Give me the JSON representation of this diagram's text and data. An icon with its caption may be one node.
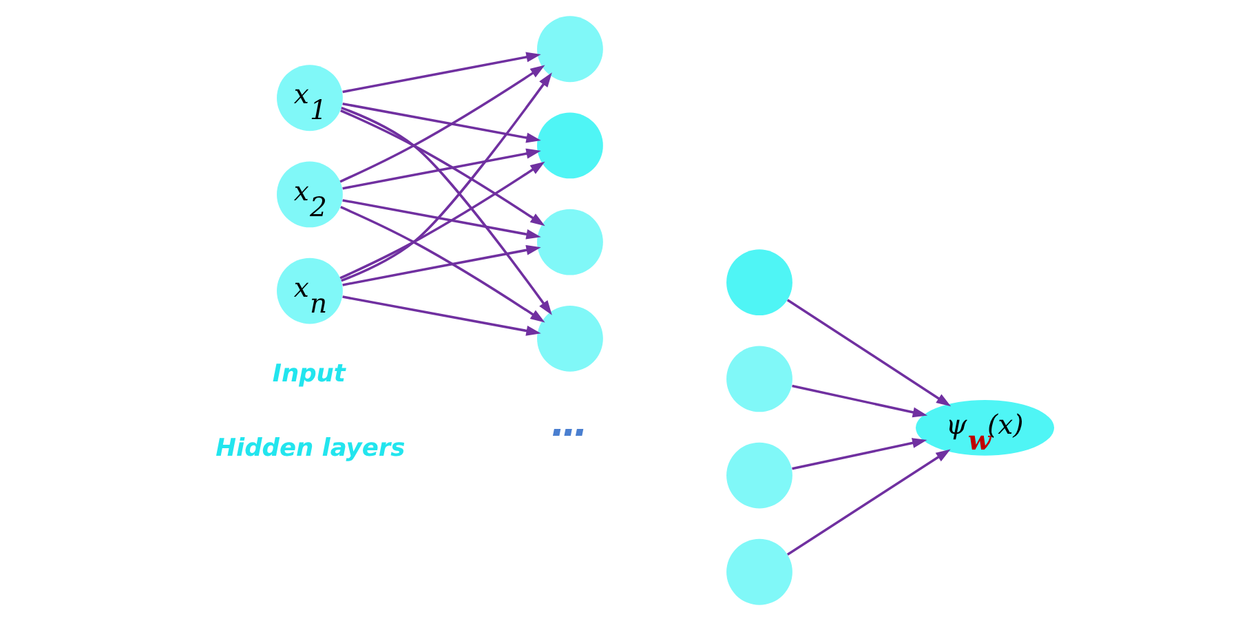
{
  "diagram": {
    "nodes": [
      {
        "text": [
          "x$_{1}$"
        ]
      },
      {
        "text": [
          "x$_{2}$"
        ]
      },
      {
        "text": [
          "x$_{n}$"
        ]
      },
      {
        "text": [],
        "shape": "circle"
      },
      {
        "text": [],
        "shape": "circle"
      },
      {
        "text": [],
        "shape": "circle"
      },
      {
        "text": [],
        "shape": "circle"
      },
      {
        "text": [],
        "shape": "circle"
      },
      {
        "text": [],
        "shape": "circle"
      },
      {
        "text": [],
        "shape": "circle"
      },
      {
        "text": [],
        "shape": "circle"
      },
      {
        "text": [
          "ψ$_{w}$(x)"
        ]
      }
    ],
    "edges": [
      {
        "from": 0,
        "to": 3,
        "arrow": "to"
      },
      {
        "from": 0,
        "to": 4,
        "arrow": "to"
      },
      {
        "from": 0,
        "to": 5,
        "arrow": "to"
      },
      {
        "from": 0,
        "to": 6,
        "arrow": "to"
      },
      {
        "from": 1,
        "to": 3,
        "arrow": "to"
      },
      {
        "from": 1,
        "to": 4,
        "arrow": "to"
      },
      {
        "from": 1,
        "to": 5,
        "arrow": "to"
      },
      {
        "from": 1,
        "to": 6,
        "arrow": "to"
      },
      {
        "from": 2,
        "to": 3,
        "arrow": "to"
      },
      {
        "from": 2,
        "to": 4,
        "arrow": "to"
      },
      {
        "from": 2,
        "to": 5,
        "arrow": "to"
      },
      {
        "from": 2,
        "to": 6,
        "arrow": "to"
      },
      {
        "from": 7,
        "to": 11,
        "arrow": "to"
      },
      {
        "from": 8,
        "to": 11,
        "arrow": "to"
      },
      {
        "from": 9,
        "to": 11,
        "arrow": "to"
      },
      {
        "from": 10,
        "to": 11,
        "arrow": "to"
      }
    ],
    "labels": [
      "Hidden layers",
      "Input",
      "…"
    ]
  }
}
